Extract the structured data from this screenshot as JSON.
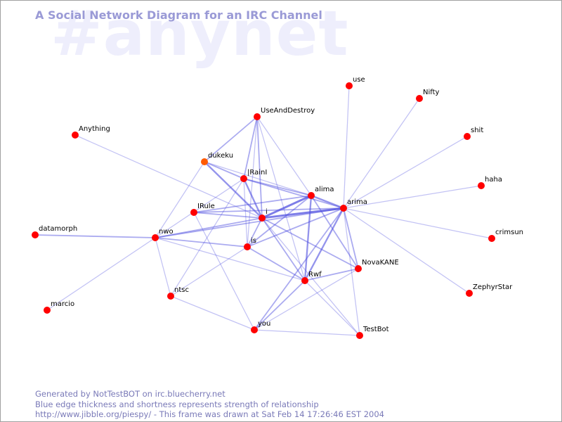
{
  "watermark": "#anynet",
  "title": "A Social Network Diagram for an IRC Channel",
  "colors": {
    "background": "#ffffff",
    "edge": "#5050e0",
    "node": "#ff0000",
    "node_highlight": "#ff5a00",
    "title": "#9a9ad6",
    "footer": "#7a7ab8",
    "watermark": "#eeeefc"
  },
  "footer": {
    "line1": "Generated by NotTestBOT on irc.bluecherry.net",
    "line2": "Blue edge thickness and shortness represents strength of relationship",
    "line3": "http://www.jibble.org/piespy/ - This frame was drawn at Sat Feb 14 17:26:46 EST 2004"
  },
  "nodes": [
    {
      "id": "use",
      "label": "use"
    },
    {
      "id": "Nifty",
      "label": "Nifty"
    },
    {
      "id": "UseAndDestroy",
      "label": "UseAndDestroy"
    },
    {
      "id": "shit",
      "label": "shit"
    },
    {
      "id": "Anything",
      "label": "Anything"
    },
    {
      "id": "dukeku",
      "label": "dukeku",
      "highlight": true
    },
    {
      "id": "IRainI",
      "label": "|RainI"
    },
    {
      "id": "haha",
      "label": "haha"
    },
    {
      "id": "alima",
      "label": "alima"
    },
    {
      "id": "IRule",
      "label": "IRule"
    },
    {
      "id": "arima",
      "label": "arima"
    },
    {
      "id": "i",
      "label": "i"
    },
    {
      "id": "datamorph",
      "label": "datamorph"
    },
    {
      "id": "nwo",
      "label": "nwo"
    },
    {
      "id": "crimsun",
      "label": "crimsun"
    },
    {
      "id": "is",
      "label": "is"
    },
    {
      "id": "NovaKANE",
      "label": "NovaKANE"
    },
    {
      "id": "Rwf",
      "label": "Rwf"
    },
    {
      "id": "ZephyrStar",
      "label": "ZephyrStar"
    },
    {
      "id": "ntsc",
      "label": "ntsc"
    },
    {
      "id": "marcio",
      "label": "marcio"
    },
    {
      "id": "you",
      "label": "you"
    },
    {
      "id": "TestBot",
      "label": "TestBot"
    }
  ],
  "edges": [
    {
      "from": "arima",
      "to": "use",
      "weight": 1
    },
    {
      "from": "arima",
      "to": "Nifty",
      "weight": 1
    },
    {
      "from": "arima",
      "to": "shit",
      "weight": 1
    },
    {
      "from": "arima",
      "to": "haha",
      "weight": 1
    },
    {
      "from": "arima",
      "to": "crimsun",
      "weight": 1
    },
    {
      "from": "arima",
      "to": "ZephyrStar",
      "weight": 1
    },
    {
      "from": "arima",
      "to": "TestBot",
      "weight": 1
    },
    {
      "from": "arima",
      "to": "alima",
      "weight": 3
    },
    {
      "from": "arima",
      "to": "i",
      "weight": 4
    },
    {
      "from": "arima",
      "to": "IRainI",
      "weight": 2
    },
    {
      "from": "arima",
      "to": "IRule",
      "weight": 2
    },
    {
      "from": "arima",
      "to": "is",
      "weight": 2
    },
    {
      "from": "arima",
      "to": "Rwf",
      "weight": 3
    },
    {
      "from": "arima",
      "to": "NovaKANE",
      "weight": 2
    },
    {
      "from": "arima",
      "to": "nwo",
      "weight": 2
    },
    {
      "from": "arima",
      "to": "you",
      "weight": 2
    },
    {
      "from": "alima",
      "to": "i",
      "weight": 4
    },
    {
      "from": "alima",
      "to": "IRainI",
      "weight": 2
    },
    {
      "from": "alima",
      "to": "dukeku",
      "weight": 1
    },
    {
      "from": "alima",
      "to": "UseAndDestroy",
      "weight": 1
    },
    {
      "from": "alima",
      "to": "is",
      "weight": 2
    },
    {
      "from": "alima",
      "to": "Rwf",
      "weight": 3
    },
    {
      "from": "alima",
      "to": "NovaKANE",
      "weight": 2
    },
    {
      "from": "alima",
      "to": "IRule",
      "weight": 2
    },
    {
      "from": "i",
      "to": "IRainI",
      "weight": 3
    },
    {
      "from": "i",
      "to": "dukeku",
      "weight": 3
    },
    {
      "from": "i",
      "to": "UseAndDestroy",
      "weight": 2
    },
    {
      "from": "i",
      "to": "IRule",
      "weight": 2
    },
    {
      "from": "i",
      "to": "nwo",
      "weight": 2
    },
    {
      "from": "i",
      "to": "Rwf",
      "weight": 2
    },
    {
      "from": "i",
      "to": "NovaKANE",
      "weight": 2
    },
    {
      "from": "i",
      "to": "is",
      "weight": 2
    },
    {
      "from": "i",
      "to": "TestBot",
      "weight": 1
    },
    {
      "from": "IRainI",
      "to": "UseAndDestroy",
      "weight": 2
    },
    {
      "from": "IRainI",
      "to": "dukeku",
      "weight": 2
    },
    {
      "from": "IRainI",
      "to": "is",
      "weight": 1
    },
    {
      "from": "IRainI",
      "to": "nwo",
      "weight": 1
    },
    {
      "from": "IRainI",
      "to": "ntsc",
      "weight": 1
    },
    {
      "from": "UseAndDestroy",
      "to": "dukeku",
      "weight": 2
    },
    {
      "from": "UseAndDestroy",
      "to": "is",
      "weight": 1
    },
    {
      "from": "UseAndDestroy",
      "to": "Rwf",
      "weight": 1
    },
    {
      "from": "dukeku",
      "to": "nwo",
      "weight": 1
    },
    {
      "from": "nwo",
      "to": "datamorph",
      "weight": 2
    },
    {
      "from": "nwo",
      "to": "is",
      "weight": 2
    },
    {
      "from": "nwo",
      "to": "marcio",
      "weight": 1
    },
    {
      "from": "nwo",
      "to": "ntsc",
      "weight": 1
    },
    {
      "from": "nwo",
      "to": "Rwf",
      "weight": 1
    },
    {
      "from": "Anything",
      "to": "i",
      "weight": 1
    },
    {
      "from": "IRule",
      "to": "you",
      "weight": 1
    },
    {
      "from": "is",
      "to": "Rwf",
      "weight": 2
    },
    {
      "from": "is",
      "to": "ntsc",
      "weight": 1
    },
    {
      "from": "Rwf",
      "to": "NovaKANE",
      "weight": 2
    },
    {
      "from": "Rwf",
      "to": "you",
      "weight": 2
    },
    {
      "from": "Rwf",
      "to": "TestBot",
      "weight": 1
    },
    {
      "from": "NovaKANE",
      "to": "you",
      "weight": 1
    },
    {
      "from": "ntsc",
      "to": "you",
      "weight": 1
    },
    {
      "from": "you",
      "to": "TestBot",
      "weight": 1
    }
  ]
}
